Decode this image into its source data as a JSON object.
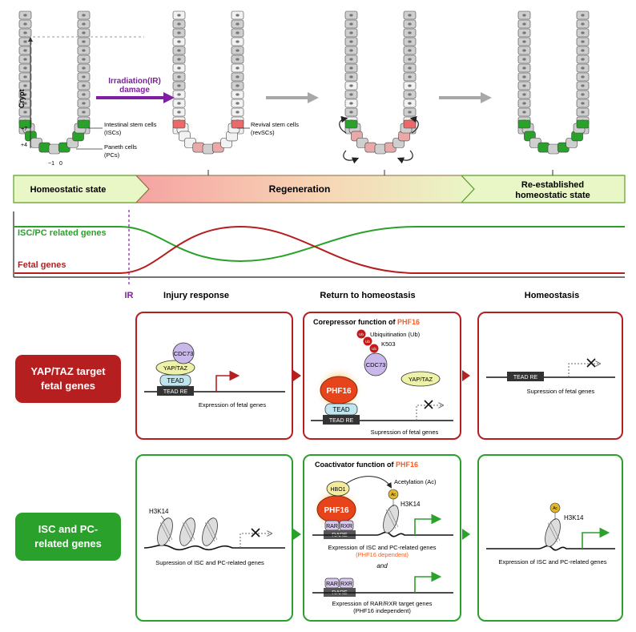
{
  "top": {
    "crypt_label": "Crypt",
    "pos_plus7": "+7",
    "pos_plus4": "+4",
    "pos_minus1": "−1",
    "pos_0": "0",
    "ir_arrow_line1": "Irradiation(IR)",
    "ir_arrow_line2": "damage",
    "isc_line1": "Intestinal stem cells",
    "isc_line2": "(ISCs)",
    "pc_line1": "Paneth cells",
    "pc_line2": "(PCs)",
    "rev_line1": "Revival stem cells",
    "rev_line2": "(revSCs)"
  },
  "states": {
    "homeostatic": "Homeostatic state",
    "regeneration": "Regeneration",
    "reestablished_line1": "Re-established",
    "reestablished_line2": "homeostatic state"
  },
  "graph": {
    "isc_label": "ISC/PC related genes",
    "fetal_label": "Fetal genes",
    "ir_label": "IR",
    "phase_injury": "Injury response",
    "phase_return": "Return to homeostasis",
    "phase_homeo": "Homeostasis"
  },
  "row1": {
    "label_line1": "YAP/TAZ target",
    "label_line2": "fetal genes",
    "p1": {
      "cdc73": "CDC73",
      "yaptaz": "YAP/TAZ",
      "tead": "TEAD",
      "teadre": "TEAD RE",
      "caption": "Expression of fetal genes"
    },
    "p2": {
      "title_prefix": "Corepressor function of ",
      "title_gene": "PHF16",
      "ub": "Ub",
      "ubiq": "Ubiquitination (Ub)",
      "k503": "K503",
      "cdc73": "CDC73",
      "yaptaz": "YAP/TAZ",
      "phf16": "PHF16",
      "tead": "TEAD",
      "teadre": "TEAD RE",
      "caption": "Supression of fetal genes"
    },
    "p3": {
      "teadre": "TEAD RE",
      "caption": "Supression of fetal genes"
    }
  },
  "row2": {
    "label_line1": "ISC and PC-",
    "label_line2": "related genes",
    "p1": {
      "h3k14": "H3K14",
      "caption": "Supression of ISC and PC-related genes"
    },
    "p2": {
      "title_prefix": "Coactivator function of ",
      "title_gene": "PHF16",
      "hbo1": "HBO1",
      "acetyl": "Acetylation (Ac)",
      "ac": "Ac",
      "h3k14": "H3K14",
      "phf16": "PHF16",
      "rar": "RAR",
      "rxr": "RXR",
      "rare": "RARE",
      "caption1": "Expression of ISC and PC-related genes",
      "caption1b": "(PHF16 dependent)",
      "and": "and",
      "rar2": "RAR",
      "rxr2": "RXR",
      "rare2": "RARE",
      "caption2": "Expression of RAR/RXR target genes",
      "caption2b": "(PHF16 independent)"
    },
    "p3": {
      "ac": "Ac",
      "h3k14": "H3K14",
      "caption": "Expression of ISC and PC-related genes"
    }
  },
  "colors": {
    "red": "#b51f1f",
    "green": "#2aa12a",
    "purple": "#7d1fa0",
    "phf16_orange": "#ff5a1f",
    "gray_arrow": "#a8a8a8"
  }
}
